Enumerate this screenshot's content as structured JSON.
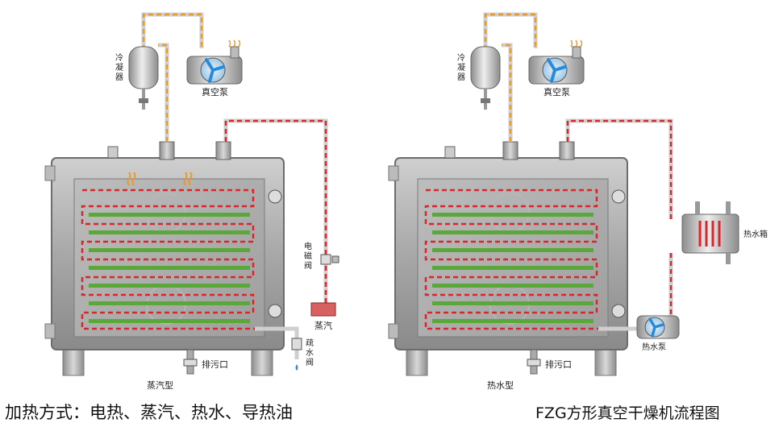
{
  "left_unit": {
    "type_label": "蒸汽型",
    "condenser_label": "冷凝器",
    "vacuum_pump_label": "真空泵",
    "solenoid_valve_label": "电磁阀",
    "steam_label": "蒸汽",
    "trap_valve_label": "疏水阀",
    "drain_label": "排污口"
  },
  "right_unit": {
    "type_label": "热水型",
    "condenser_label": "冷凝器",
    "vacuum_pump_label": "真空泵",
    "hot_water_tank_label": "热水箱",
    "hot_water_pump_label": "热水泵",
    "drain_label": "排污口"
  },
  "captions": {
    "heating_methods": "加热方式：电热、蒸汽、热水、导热油",
    "title": "FZG方形真空干燥机流程图"
  },
  "colors": {
    "chamber_metal": "#9a9a9a",
    "shelf_green": "#5aa83a",
    "heating_line_red": "#d8262a",
    "vacuum_line_orange": "#e89a2a",
    "fan_blue": "#2a8ad8"
  },
  "icons": [
    "condenser-tank",
    "vacuum-pump",
    "solenoid-valve",
    "steam-source",
    "hot-water-tank",
    "hot-water-pump",
    "trap-valve",
    "drain-valve"
  ]
}
